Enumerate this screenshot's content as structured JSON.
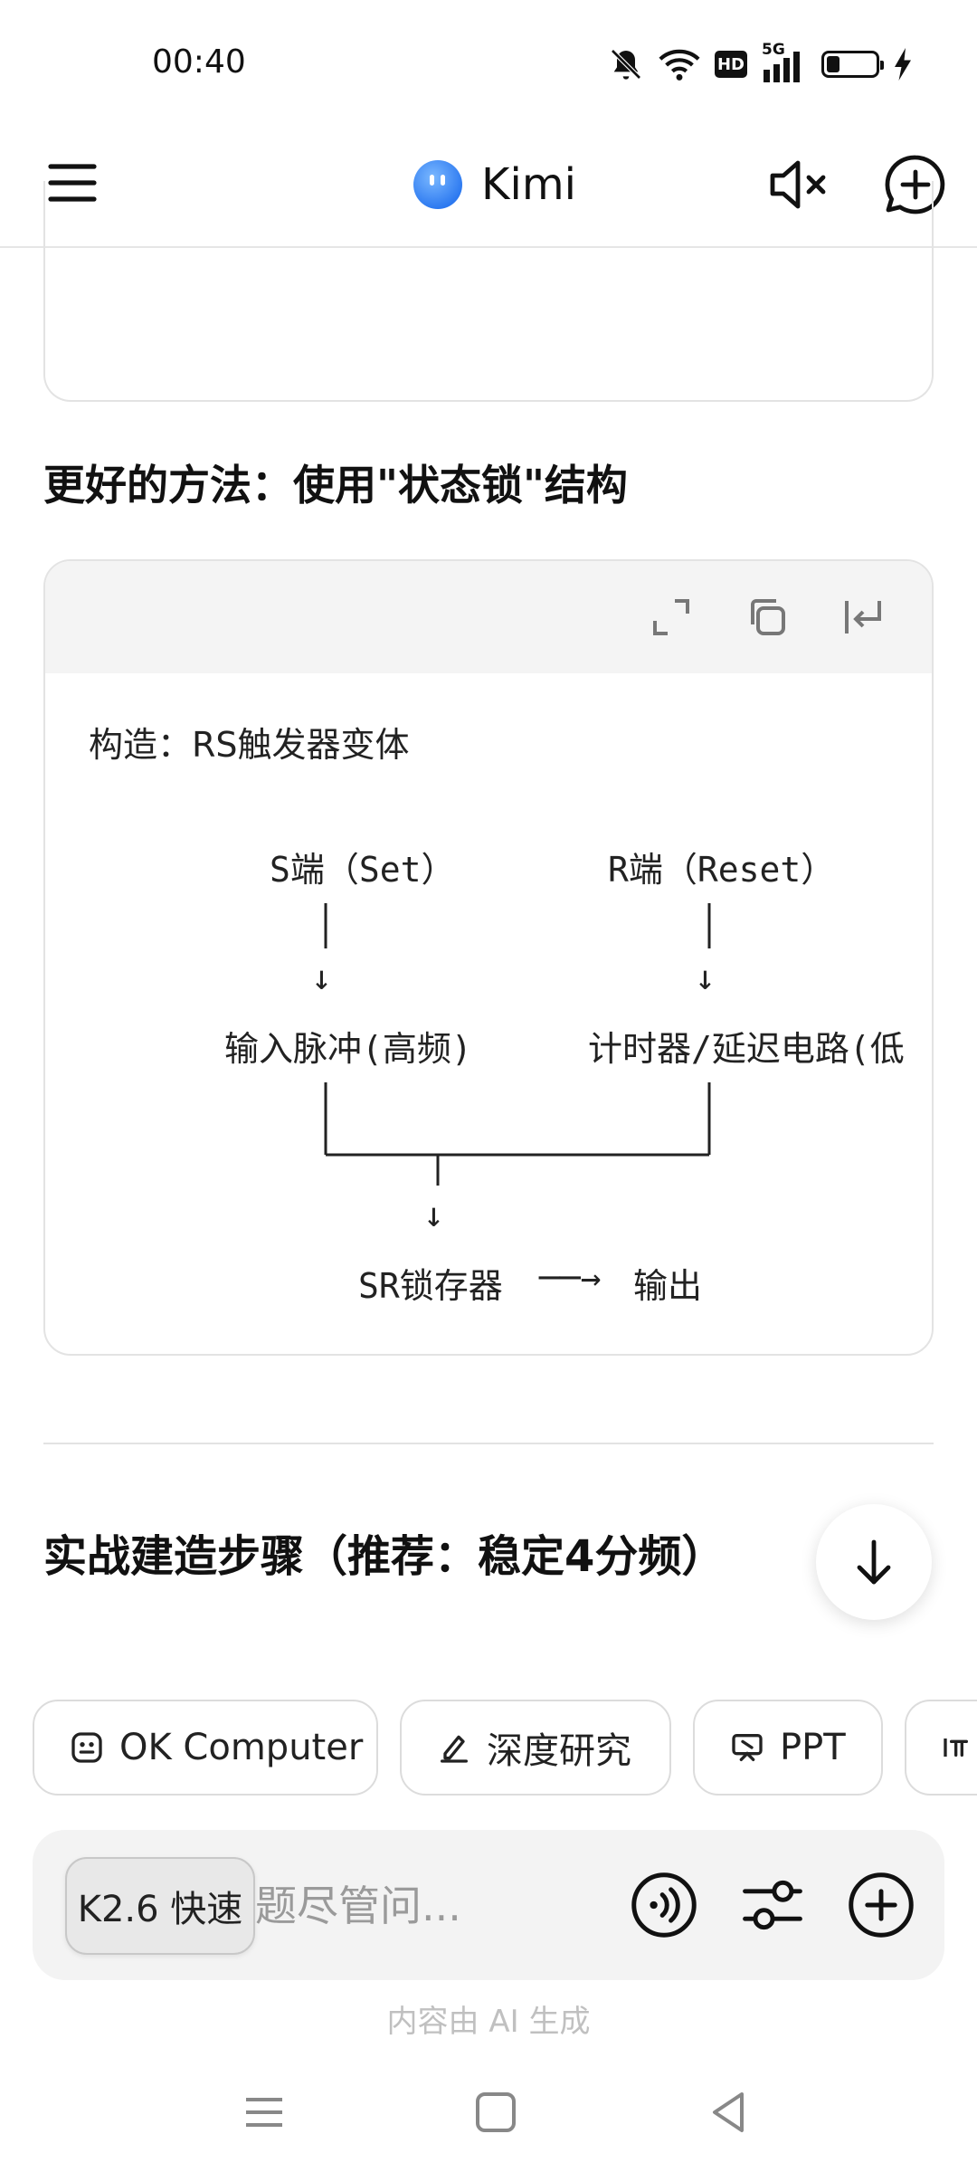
{
  "status_bar": {
    "time": "00:40",
    "icons": [
      "bell-off-icon",
      "wifi-icon",
      "hd-icon",
      "signal-5g-icon",
      "battery-icon",
      "charging-icon"
    ],
    "badge_hd": "HD",
    "badge_5g": "5G"
  },
  "header": {
    "title": "Kimi",
    "icons": [
      "menu-icon",
      "kimi-logo-icon",
      "mute-icon",
      "new-chat-icon"
    ]
  },
  "content": {
    "heading_1": "更好的方法：使用\"状态锁\"结构",
    "code_block": {
      "toolbar_icons": [
        "expand-icon",
        "copy-icon",
        "wrap-icon"
      ],
      "line_construct": "构造：RS触发器变体",
      "s_label": "S端（Set）",
      "r_label": "R端（Reset）",
      "arrow": "↓",
      "input_pulse": "输入脉冲(高频)",
      "timer": "计时器/延迟电路(低",
      "sr_latch": "SR锁存器",
      "right_arrow": "──→",
      "output": "输出"
    },
    "heading_2": "实战建造步骤（推荐：稳定4分频）"
  },
  "chips": [
    {
      "label": "OK Computer",
      "icon": "computer-icon"
    },
    {
      "label": "深度研究",
      "icon": "research-icon"
    },
    {
      "label": "PPT",
      "icon": "ppt-icon"
    },
    {
      "label": "",
      "icon": "pi-icon"
    }
  ],
  "input_bar": {
    "model": "K2.6 快速",
    "placeholder": "问题尽管问..."
  },
  "disclaimer": "内容由 AI 生成",
  "colors": {
    "accent_logo": "#3f8cff",
    "text": "#1a1a1a",
    "muted": "#9a9a9a",
    "border": "#e3e3e3"
  }
}
